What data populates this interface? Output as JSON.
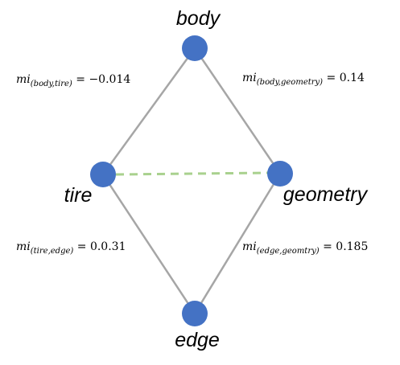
{
  "nodes": {
    "body": {
      "label": "body"
    },
    "tire": {
      "label": "tire"
    },
    "geometry": {
      "label": "geometry"
    },
    "edge": {
      "label": "edge"
    }
  },
  "edges": {
    "body_tire": {
      "symbol": "mi",
      "subscript": "(body,tire)",
      "value": " = −0.014"
    },
    "body_geometry": {
      "symbol": "mi",
      "subscript": "(body,geometry)",
      "value": " = 0.14"
    },
    "tire_edge": {
      "symbol": "mi",
      "subscript": "(tire,edge)",
      "value": " = 0.0.31"
    },
    "edge_geometry": {
      "symbol": "mi",
      "subscript": "(edge,geomtry)",
      "value": " = 0.185"
    }
  },
  "colors": {
    "node_fill": "#4472C4",
    "solid_edge": "#A6A6A6",
    "dashed_edge": "#A9D18E"
  }
}
